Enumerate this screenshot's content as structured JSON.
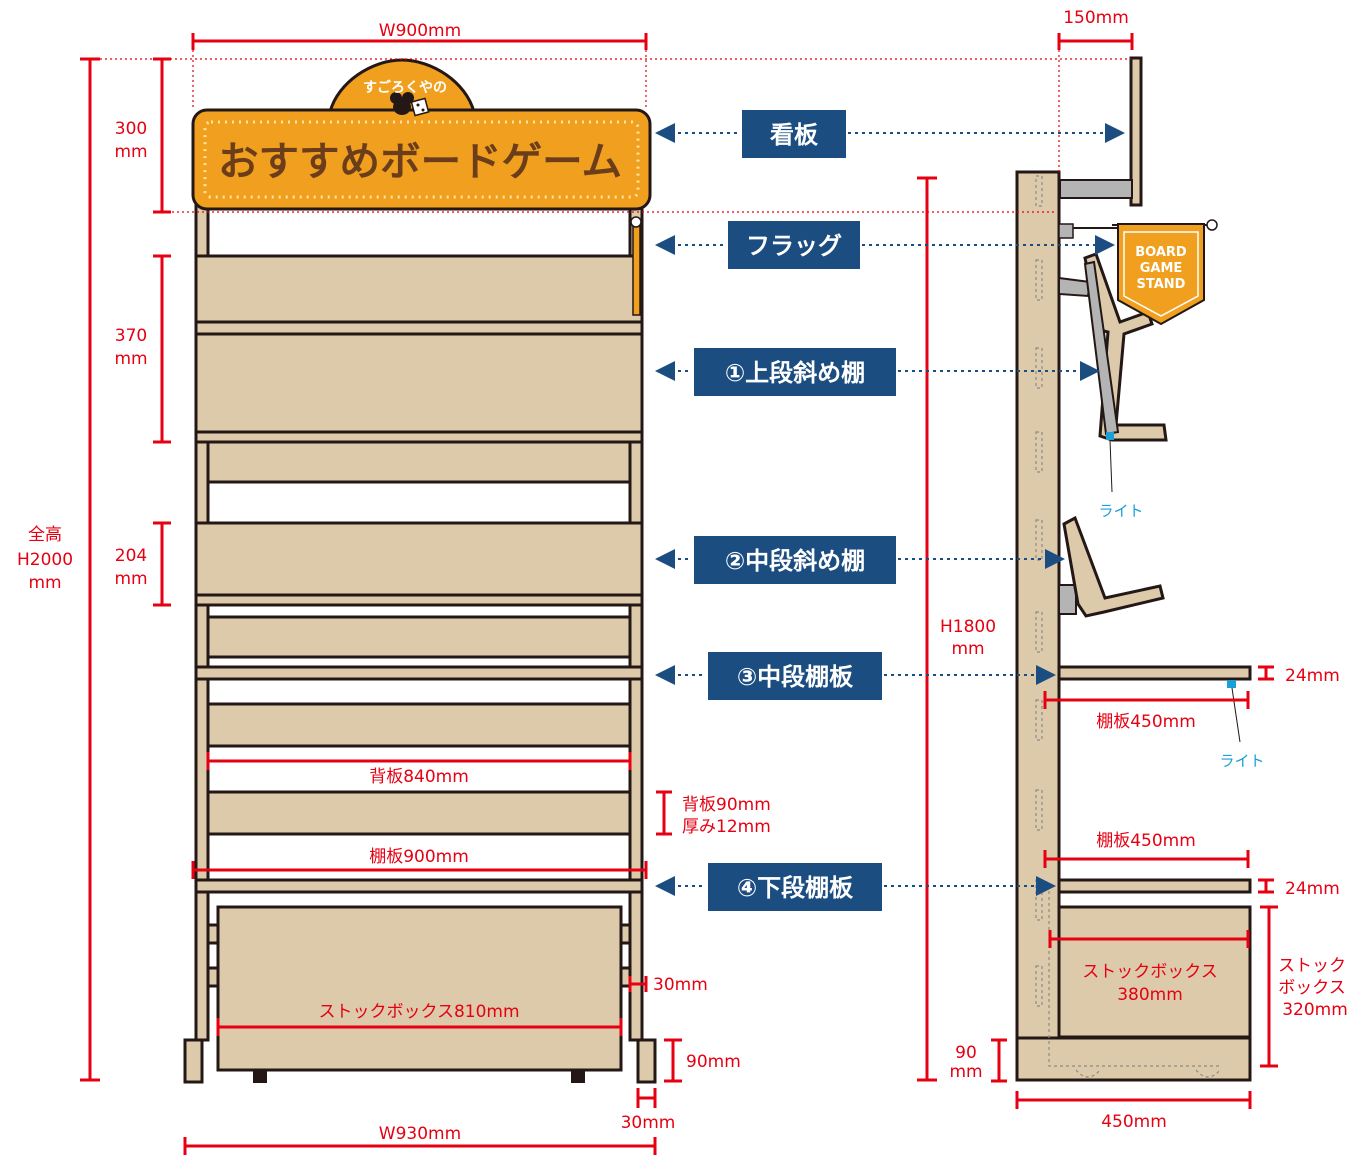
{
  "colors": {
    "wood": "#dccaab",
    "outline": "#231815",
    "red": "#e60012",
    "navy": "#1b4d80",
    "orange": "#f0a01e",
    "brown": "#6b3d1b",
    "light": "#1a9fd6",
    "grey": "#b4b4b4"
  },
  "sign": {
    "arch_text": "すごろくやの",
    "main_text": "おすすめボードゲーム"
  },
  "flag": {
    "lines": [
      "BOARD",
      "GAME",
      "STAND"
    ]
  },
  "labels": {
    "kanban": "看板",
    "flag": "フラッグ",
    "upper": "①上段斜め棚",
    "middle": "②中段斜め棚",
    "mid_shelf": "③中段棚板",
    "low_shelf": "④下段棚板"
  },
  "dims": {
    "w900": "W900mm",
    "d150": "150mm",
    "h300a": "300",
    "h300b": "mm",
    "h370a": "370",
    "h370b": "mm",
    "h204a": "204",
    "h204b": "mm",
    "totala": "全高",
    "totalb": "H2000",
    "totalc": "mm",
    "h1800a": "H1800",
    "h1800b": "mm",
    "back840": "背板840mm",
    "back90": "背板90mm",
    "thick12": "厚み12mm",
    "shelf900": "棚板900mm",
    "stock810": "ストックボックス810mm",
    "d30a": "30mm",
    "d90": "90mm",
    "d30b": "30mm",
    "w930": "W930mm",
    "t24a": "24mm",
    "t24b": "24mm",
    "shelf450a": "棚板450mm",
    "shelf450b": "棚板450mm",
    "stock380a": "ストックボックス",
    "stock380b": "380mm",
    "stock320a": "ストック",
    "stock320b": "ボックス",
    "stock320c": "320mm",
    "side90a": "90",
    "side90b": "mm",
    "depth450": "450mm"
  },
  "lights": [
    "ライト",
    "ライト"
  ]
}
